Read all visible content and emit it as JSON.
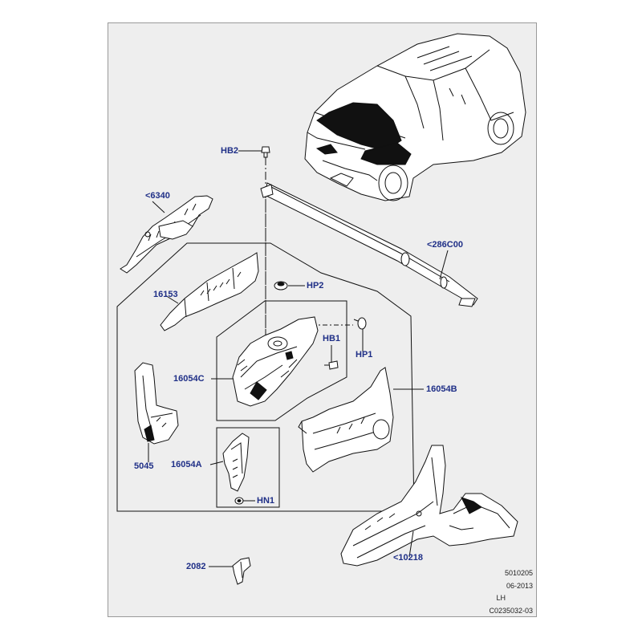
{
  "diagram": {
    "callouts": {
      "hb2": "HB2",
      "c6340": "<6340",
      "c286c00": "<286C00",
      "hp2": "HP2",
      "c16153": "16153",
      "hb1": "HB1",
      "hp1": "HP1",
      "c16054c": "16054C",
      "c16054b": "16054B",
      "c5045": "5045",
      "c16054a": "16054A",
      "hn1": "HN1",
      "c10218": "<10218",
      "c2082": "2082"
    },
    "meta": {
      "part_number": "5010205",
      "date": "06-2013",
      "side": "LH",
      "code": "C0235032-03"
    },
    "colors": {
      "label": "#1f2f87",
      "sheet": "#eeeeee",
      "line": "#111111"
    }
  }
}
